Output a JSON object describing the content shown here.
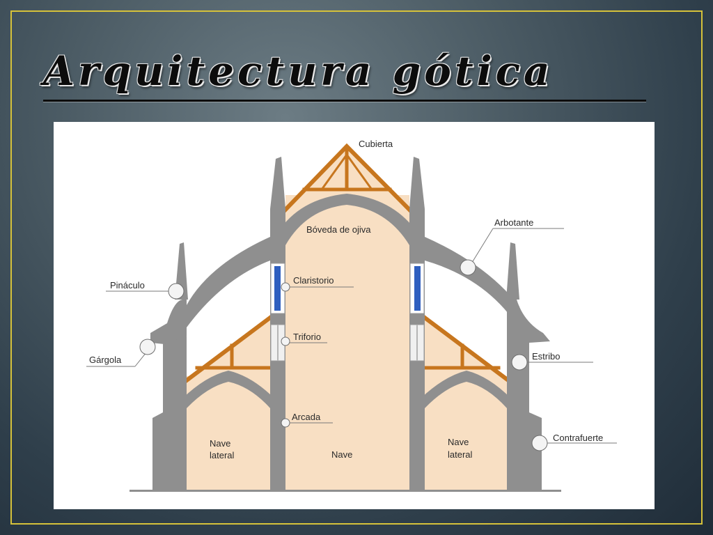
{
  "slide": {
    "title": "Arquitectura gótica"
  },
  "diagram": {
    "labels": {
      "cubierta": "Cubierta",
      "boveda": "Bóveda de ojiva",
      "arbotante": "Arbotante",
      "pinaculo": "Pináculo",
      "claristorio": "Claristorio",
      "triforio": "Triforio",
      "gargola": "Gárgola",
      "estribo": "Estribo",
      "arcada": "Arcada",
      "contrafuerte": "Contrafuerte",
      "nave_lateral_left": [
        "Nave",
        "lateral"
      ],
      "nave": "Nave",
      "nave_lateral_right": [
        "Nave",
        "lateral"
      ]
    },
    "colors": {
      "stone": "#8f8f8f",
      "interior": "#f8dfc3",
      "timber": "#c7761e",
      "glass": "#2f5fbf",
      "frame_border": "#d6c23a"
    }
  }
}
